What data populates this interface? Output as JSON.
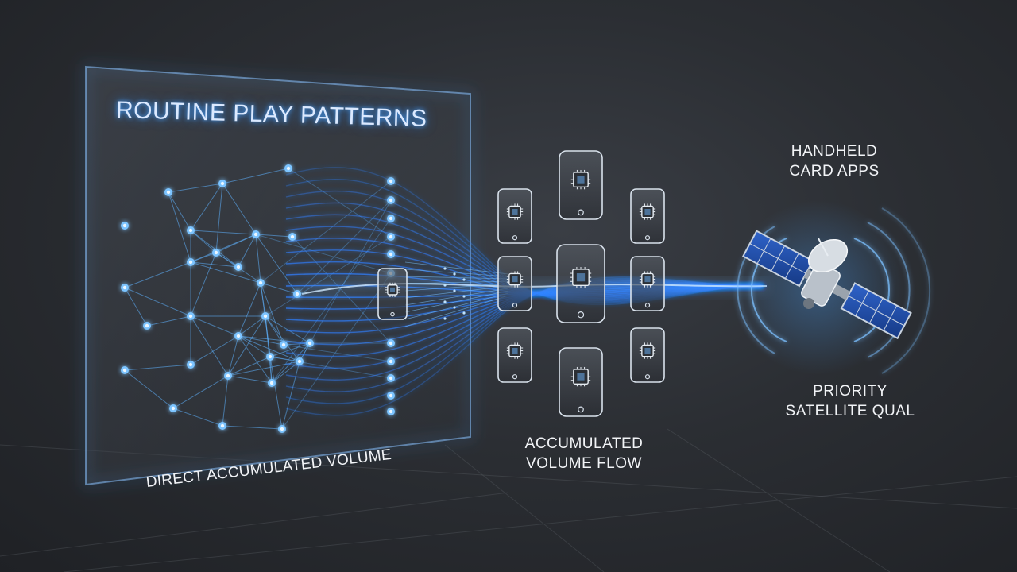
{
  "panel": {
    "title": "ROUTINE PLAY PATTERNS",
    "caption": "DIRECT ACCUMULATED VOLUME"
  },
  "labels": {
    "flow_line1": "ACCUMULATED",
    "flow_line2": "VOLUME FLOW",
    "apps_line1": "HANDHELD",
    "apps_line2": "CARD APPS",
    "sat_line1": "PRIORITY",
    "sat_line2": "SATELLITE QUAL"
  },
  "colors": {
    "glow": "#4aa3ff",
    "stream": "#2f7fff",
    "text": "#f2f4f7"
  }
}
